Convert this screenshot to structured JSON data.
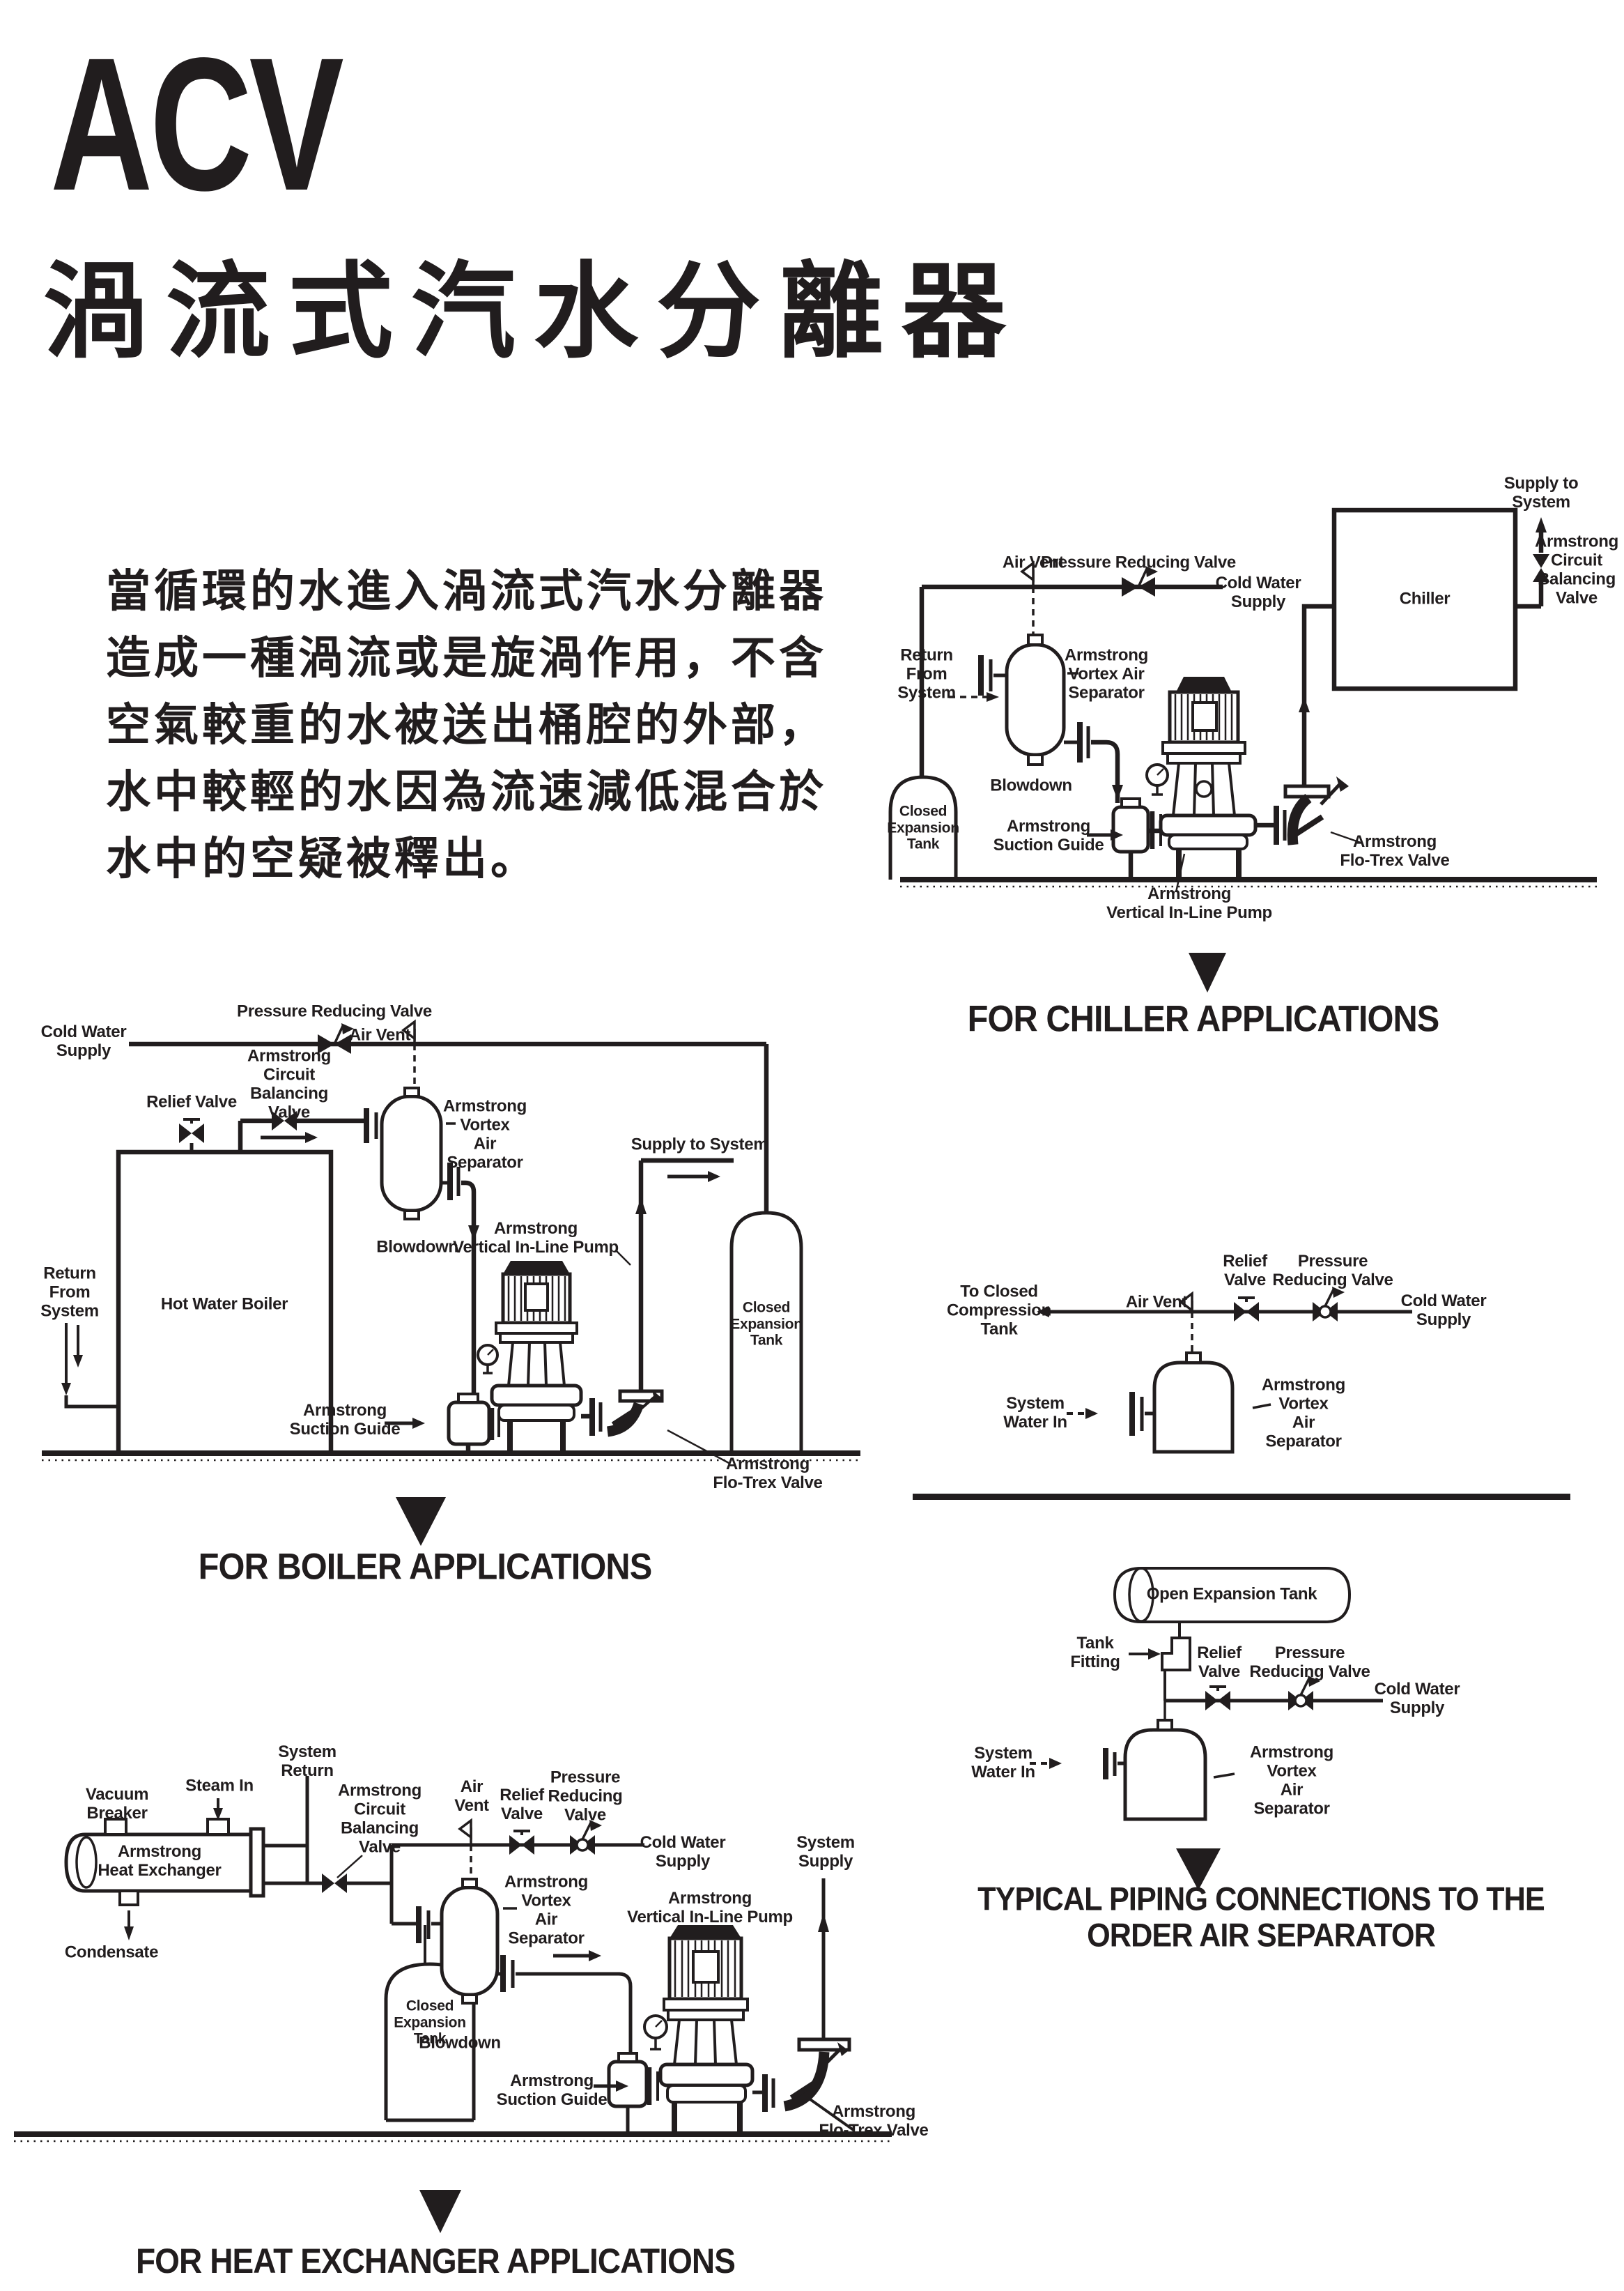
{
  "page": {
    "background": "#ffffff",
    "ink": "#211d1e"
  },
  "header": {
    "brand": "ACV",
    "title": "渦流式汽水分離器"
  },
  "intro": {
    "lines": [
      "當循環的水進入渦流式汽水分離器",
      "造成一種渦流或是旋渦作用，不含",
      "空氣較重的水被送出桶腔的外部，",
      "水中較輕的水因為流速減低混合於",
      "水中的空疑被釋出。"
    ]
  },
  "diagrams": {
    "chiller": {
      "caption": "FOR CHILLER APPLICATIONS",
      "labels": {
        "air_vent": "Air Vent",
        "pressure_reducing_valve": "Pressure Reducing Valve",
        "cold_water_supply": "Cold Water\nSupply",
        "supply_to_system": "Supply to\nSystem",
        "circuit_balancing_valve": "Armstrong\nCircuit\nBalancing\nValve",
        "chiller": "Chiller",
        "return_from_system": "Return\nFrom\nSystem",
        "air_separator": "Armstrong\nVortex Air\nSeparator",
        "blowdown": "Blowdown",
        "closed_expansion_tank": "Closed\nExpansion\nTank",
        "suction_guide": "Armstrong\nSuction Guide",
        "flo_trex_valve": "Armstrong\nFlo-Trex Valve",
        "vertical_inline_pump": "Armstrong\nVertical In-Line Pump"
      }
    },
    "boiler": {
      "caption": "FOR BOILER APPLICATIONS",
      "labels": {
        "cold_water_supply": "Cold Water\nSupply",
        "pressure_reducing_valve": "Pressure Reducing Valve",
        "air_vent": "Air Vent",
        "circuit_balancing_valve": "Armstrong\nCircuit\nBalancing\nValve",
        "relief_valve": "Relief Valve",
        "air_separator": "Armstrong\nVortex\nAir\nSeparator",
        "supply_to_system": "Supply to System",
        "hot_water_boiler": "Hot Water Boiler",
        "return_from_system": "Return\nFrom\nSystem",
        "blowdown": "Blowdown",
        "vertical_inline_pump": "Armstrong\nVertical In-Line Pump",
        "closed_expansion_tank": "Closed\nExpansion\nTank",
        "suction_guide": "Armstrong\nSuction Guide",
        "flo_trex_valve": "Armstrong\nFlo-Trex Valve"
      }
    },
    "compression": {
      "labels": {
        "to_closed_compression_tank": "To Closed\nCompression\nTank",
        "air_vent": "Air Vent",
        "relief_valve": "Relief\nValve",
        "pressure_reducing_valve": "Pressure\nReducing Valve",
        "cold_water_supply": "Cold Water\nSupply",
        "system_water_in": "System\nWater In",
        "air_separator": "Armstrong\nVortex\nAir\nSeparator"
      }
    },
    "open_tank": {
      "caption_line1": "TYPICAL PIPING CONNECTIONS TO THE",
      "caption_line2": "ORDER AIR SEPARATOR",
      "labels": {
        "open_expansion_tank": "Open Expansion Tank",
        "tank_fitting": "Tank\nFitting",
        "relief_valve": "Relief\nValve",
        "pressure_reducing_valve": "Pressure\nReducing Valve",
        "cold_water_supply": "Cold Water\nSupply",
        "system_water_in": "System\nWater In",
        "air_separator": "Armstrong\nVortex\nAir\nSeparator"
      }
    },
    "heat_exchanger": {
      "caption": "FOR HEAT EXCHANGER APPLICATIONS",
      "labels": {
        "vacuum_breaker": "Vacuum\nBreaker",
        "steam_in": "Steam In",
        "system_return": "System\nReturn",
        "circuit_balancing_valve": "Armstrong\nCircuit\nBalancing\nValve",
        "air_vent": "Air\nVent",
        "relief_valve": "Relief\nValve",
        "pressure_reducing_valve": "Pressure\nReducing\nValve",
        "cold_water_supply": "Cold Water\nSupply",
        "system_supply": "System\nSupply",
        "heat_exchanger": "Armstrong\nHeat Exchanger",
        "condensate": "Condensate",
        "air_separator": "Armstrong\nVortex\nAir\nSeparator",
        "vertical_inline_pump": "Armstrong\nVertical In-Line Pump",
        "closed_expansion_tank": "Closed\nExpansion\nTank",
        "blowdown": "Blowdown",
        "suction_guide": "Armstrong\nSuction Guide",
        "flo_trex_valve": "Armstrong\nFlo-Trex Valve"
      }
    }
  }
}
